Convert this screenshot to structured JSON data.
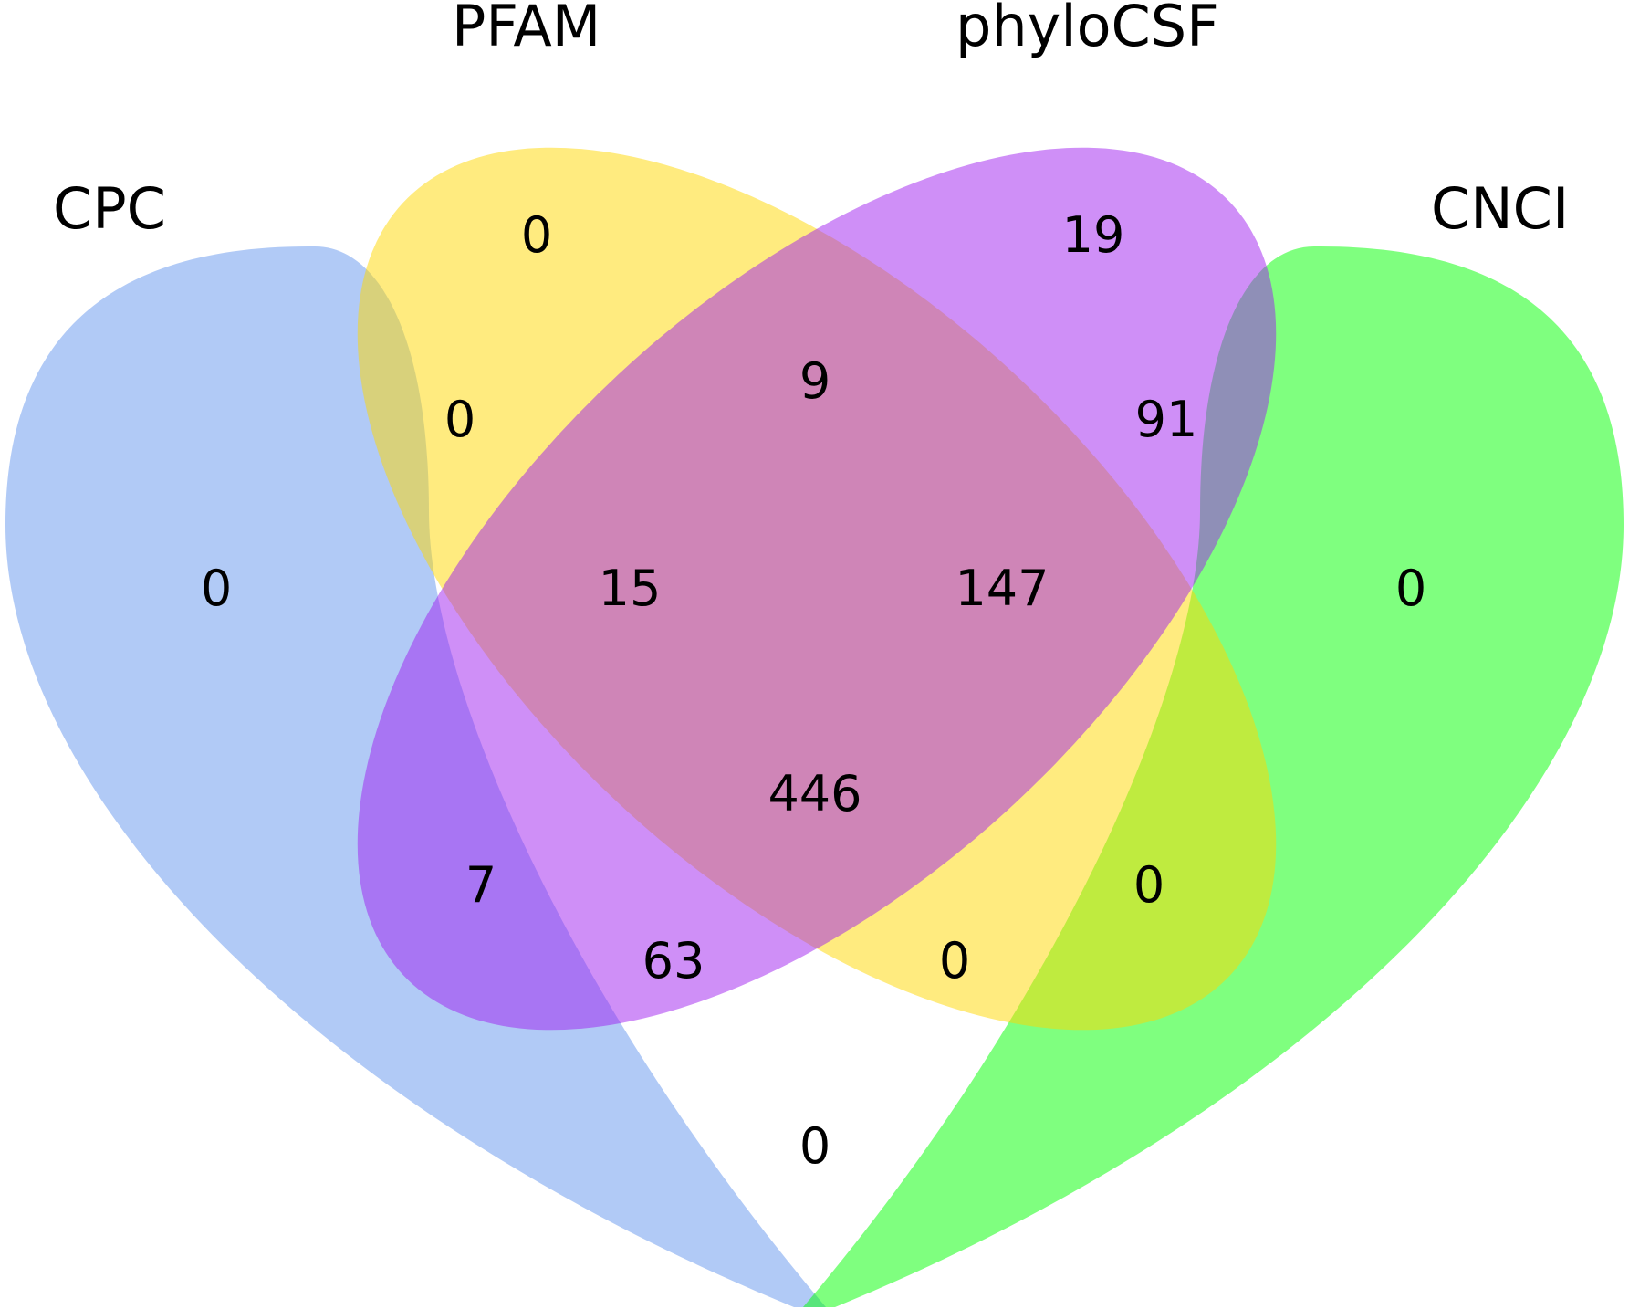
{
  "chart_data": {
    "type": "venn",
    "sets": [
      {
        "id": "cpc",
        "name": "CPC",
        "color": "#6495ED"
      },
      {
        "id": "pfam",
        "name": "PFAM",
        "color": "#FFD700"
      },
      {
        "id": "phylocsf",
        "name": "phyloCSF",
        "color": "#A020F0"
      },
      {
        "id": "cnci",
        "name": "CNCI",
        "color": "#00FF00"
      }
    ],
    "regions": [
      {
        "sets": [
          "cpc"
        ],
        "value": 0
      },
      {
        "sets": [
          "pfam"
        ],
        "value": 0
      },
      {
        "sets": [
          "phylocsf"
        ],
        "value": 19
      },
      {
        "sets": [
          "cnci"
        ],
        "value": 0
      },
      {
        "sets": [
          "cpc",
          "pfam"
        ],
        "value": 0
      },
      {
        "sets": [
          "pfam",
          "phylocsf"
        ],
        "value": 9
      },
      {
        "sets": [
          "phylocsf",
          "cnci"
        ],
        "value": 91
      },
      {
        "sets": [
          "cpc",
          "phylocsf"
        ],
        "value": 7
      },
      {
        "sets": [
          "pfam",
          "cnci"
        ],
        "value": 0
      },
      {
        "sets": [
          "cpc",
          "cnci"
        ],
        "value": 0
      },
      {
        "sets": [
          "cpc",
          "pfam",
          "phylocsf"
        ],
        "value": 15
      },
      {
        "sets": [
          "pfam",
          "phylocsf",
          "cnci"
        ],
        "value": 147
      },
      {
        "sets": [
          "cpc",
          "phylocsf",
          "cnci"
        ],
        "value": 63
      },
      {
        "sets": [
          "cpc",
          "pfam",
          "cnci"
        ],
        "value": 0
      },
      {
        "sets": [
          "cpc",
          "pfam",
          "phylocsf",
          "cnci"
        ],
        "value": 446
      }
    ]
  }
}
